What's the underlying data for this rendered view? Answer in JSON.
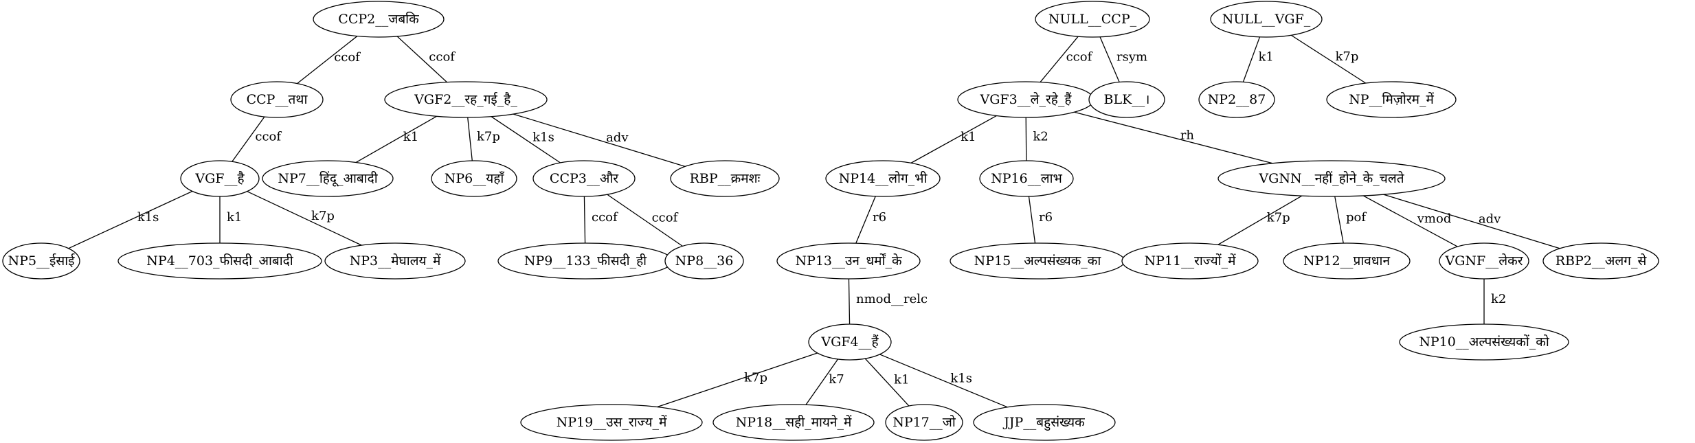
{
  "nodes": [
    {
      "id": "ccp2",
      "label": "CCP2__जबकि"
    },
    {
      "id": "ccp",
      "label": "CCP__तथा"
    },
    {
      "id": "vgf2",
      "label": "VGF2__रह_गई_है_"
    },
    {
      "id": "vgf",
      "label": "VGF__है"
    },
    {
      "id": "np7",
      "label": "NP7__हिंदू_आबादी"
    },
    {
      "id": "np6",
      "label": "NP6__यहाँ"
    },
    {
      "id": "ccp3",
      "label": "CCP3__और"
    },
    {
      "id": "rbp",
      "label": "RBP__क्रमशः"
    },
    {
      "id": "np5",
      "label": "NP5__ईसाई"
    },
    {
      "id": "np4",
      "label": "NP4__703_फीसदी_आबादी"
    },
    {
      "id": "np3",
      "label": "NP3__मेघालय_में"
    },
    {
      "id": "np9",
      "label": "NP9__133_फीसदी_ही"
    },
    {
      "id": "np8",
      "label": "NP8__36"
    },
    {
      "id": "nullccp",
      "label": "NULL__CCP_"
    },
    {
      "id": "vgf3",
      "label": "VGF3__ले_रहे_हैं"
    },
    {
      "id": "blk",
      "label": "BLK__।"
    },
    {
      "id": "np14",
      "label": "NP14__लोग_भी"
    },
    {
      "id": "np16",
      "label": "NP16__लाभ"
    },
    {
      "id": "vgnn",
      "label": "VGNN__नहीं_होने_के_चलते"
    },
    {
      "id": "np13",
      "label": "NP13__उन_धर्मों_के"
    },
    {
      "id": "np15",
      "label": "NP15__अल्पसंख्यक_का"
    },
    {
      "id": "np11",
      "label": "NP11__राज्यों_में"
    },
    {
      "id": "np12",
      "label": "NP12__प्रावधान"
    },
    {
      "id": "vgnf",
      "label": "VGNF__लेकर"
    },
    {
      "id": "rbp2",
      "label": "RBP2__अलग_से"
    },
    {
      "id": "np10",
      "label": "NP10__अल्पसंख्यकों_को"
    },
    {
      "id": "vgf4",
      "label": "VGF4__हैं"
    },
    {
      "id": "np19",
      "label": "NP19__उस_राज्य_में"
    },
    {
      "id": "np18",
      "label": "NP18__सही_मायने_में"
    },
    {
      "id": "np17",
      "label": "NP17__जो"
    },
    {
      "id": "jjp",
      "label": "JJP__बहुसंख्यक"
    },
    {
      "id": "nullvgf",
      "label": "NULL__VGF_"
    },
    {
      "id": "np2",
      "label": "NP2__87"
    },
    {
      "id": "np",
      "label": "NP__मिज़ोरम_में"
    }
  ],
  "edges": [
    {
      "from": "ccp2",
      "to": "ccp",
      "label": "ccof"
    },
    {
      "from": "ccp2",
      "to": "vgf2",
      "label": "ccof"
    },
    {
      "from": "ccp",
      "to": "vgf",
      "label": "ccof"
    },
    {
      "from": "vgf",
      "to": "np5",
      "label": "k1s"
    },
    {
      "from": "vgf",
      "to": "np4",
      "label": "k1"
    },
    {
      "from": "vgf",
      "to": "np3",
      "label": "k7p"
    },
    {
      "from": "vgf2",
      "to": "np7",
      "label": "k1"
    },
    {
      "from": "vgf2",
      "to": "np6",
      "label": "k7p"
    },
    {
      "from": "vgf2",
      "to": "ccp3",
      "label": "k1s"
    },
    {
      "from": "vgf2",
      "to": "rbp",
      "label": "adv"
    },
    {
      "from": "ccp3",
      "to": "np9",
      "label": "ccof"
    },
    {
      "from": "ccp3",
      "to": "np8",
      "label": "ccof"
    },
    {
      "from": "nullccp",
      "to": "vgf3",
      "label": "ccof"
    },
    {
      "from": "nullccp",
      "to": "blk",
      "label": "rsym"
    },
    {
      "from": "vgf3",
      "to": "np14",
      "label": "k1"
    },
    {
      "from": "vgf3",
      "to": "np16",
      "label": "k2"
    },
    {
      "from": "vgf3",
      "to": "vgnn",
      "label": "rh"
    },
    {
      "from": "np14",
      "to": "np13",
      "label": "r6"
    },
    {
      "from": "np16",
      "to": "np15",
      "label": "r6"
    },
    {
      "from": "np13",
      "to": "vgf4",
      "label": "nmod__relc"
    },
    {
      "from": "vgf4",
      "to": "np19",
      "label": "k7p"
    },
    {
      "from": "vgf4",
      "to": "np18",
      "label": "k7"
    },
    {
      "from": "vgf4",
      "to": "np17",
      "label": "k1"
    },
    {
      "from": "vgf4",
      "to": "jjp",
      "label": "k1s"
    },
    {
      "from": "vgnn",
      "to": "np11",
      "label": "k7p"
    },
    {
      "from": "vgnn",
      "to": "np12",
      "label": "pof"
    },
    {
      "from": "vgnn",
      "to": "vgnf",
      "label": "vmod"
    },
    {
      "from": "vgnn",
      "to": "rbp2",
      "label": "adv"
    },
    {
      "from": "vgnf",
      "to": "np10",
      "label": "k2"
    },
    {
      "from": "nullvgf",
      "to": "np2",
      "label": "k1"
    },
    {
      "from": "nullvgf",
      "to": "np",
      "label": "k7p"
    }
  ]
}
